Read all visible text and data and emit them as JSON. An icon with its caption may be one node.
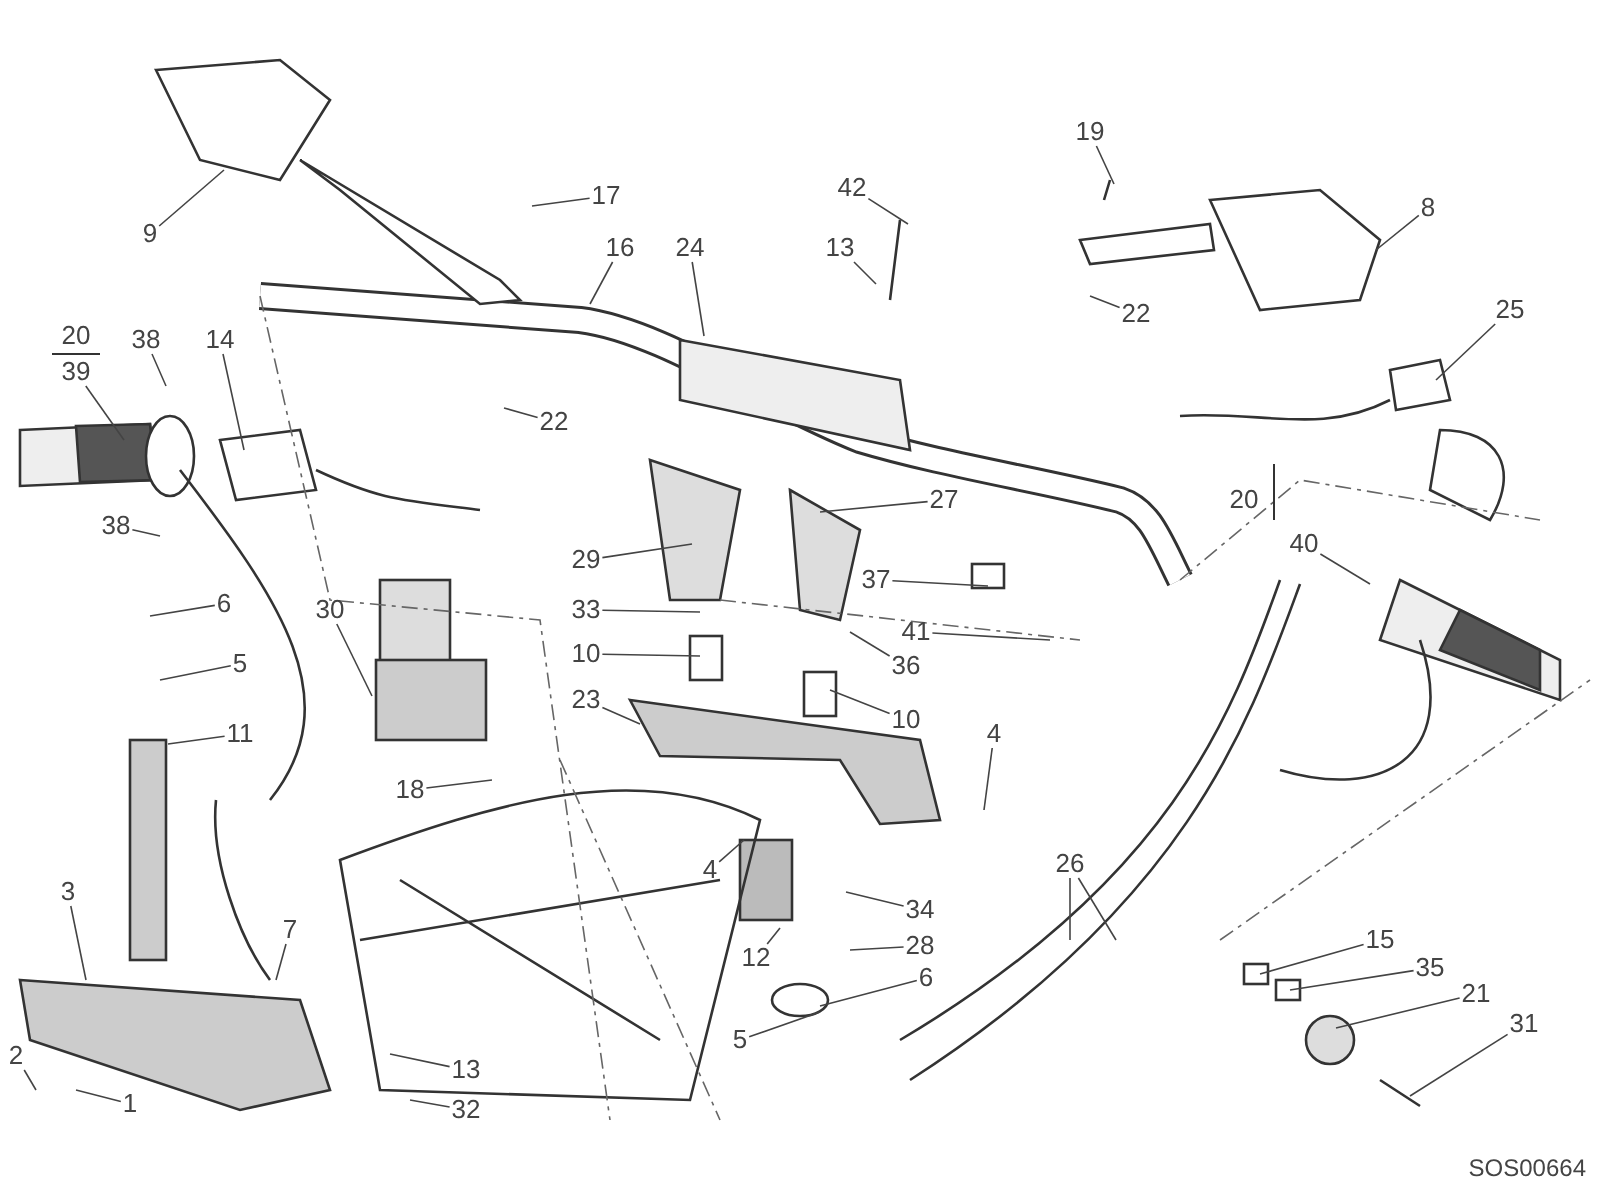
{
  "diagram": {
    "nodes": [
      {
        "text": [
          "19"
        ]
      },
      {
        "text": [
          "42"
        ]
      },
      {
        "text": [
          "17"
        ]
      },
      {
        "text": [
          "8"
        ]
      },
      {
        "text": [
          "9"
        ]
      },
      {
        "text": [
          "16"
        ]
      },
      {
        "text": [
          "24"
        ]
      },
      {
        "text": [
          "13"
        ]
      },
      {
        "text": [
          "25"
        ]
      },
      {
        "text": [
          "22"
        ]
      },
      {
        "text": [
          "20"
        ]
      },
      {
        "text": [
          "38"
        ]
      },
      {
        "text": [
          "14"
        ]
      },
      {
        "text": [
          "39"
        ]
      },
      {
        "text": [
          "22"
        ]
      },
      {
        "text": [
          "38"
        ]
      },
      {
        "text": [
          "20"
        ]
      },
      {
        "text": [
          "27"
        ]
      },
      {
        "text": [
          "40"
        ]
      },
      {
        "text": [
          "29"
        ]
      },
      {
        "text": [
          "37"
        ]
      },
      {
        "text": [
          "41"
        ]
      },
      {
        "text": [
          "6"
        ]
      },
      {
        "text": [
          "30"
        ]
      },
      {
        "text": [
          "33"
        ]
      },
      {
        "text": [
          "10"
        ]
      },
      {
        "text": [
          "5"
        ]
      },
      {
        "text": [
          "36"
        ]
      },
      {
        "text": [
          "23"
        ]
      },
      {
        "text": [
          "10"
        ]
      },
      {
        "text": [
          "11"
        ]
      },
      {
        "text": [
          "4"
        ]
      },
      {
        "text": [
          "18"
        ]
      },
      {
        "text": [
          "26"
        ]
      },
      {
        "text": [
          "4"
        ]
      },
      {
        "text": [
          "3"
        ]
      },
      {
        "text": [
          "34"
        ]
      },
      {
        "text": [
          "7"
        ]
      },
      {
        "text": [
          "28"
        ]
      },
      {
        "text": [
          "15"
        ]
      },
      {
        "text": [
          "35"
        ]
      },
      {
        "text": [
          "6"
        ]
      },
      {
        "text": [
          "12"
        ]
      },
      {
        "text": [
          "21"
        ]
      },
      {
        "text": [
          "31"
        ]
      },
      {
        "text": [
          "5"
        ]
      },
      {
        "text": [
          "2"
        ]
      },
      {
        "text": [
          "13"
        ]
      },
      {
        "text": [
          "1"
        ]
      },
      {
        "text": [
          "32"
        ]
      }
    ],
    "edges": [
      {
        "from": 0,
        "to": null,
        "arrow": "none"
      },
      {
        "from": 1,
        "to": null,
        "arrow": "none"
      },
      {
        "from": 2,
        "to": null,
        "arrow": "none"
      },
      {
        "from": 3,
        "to": null,
        "arrow": "none"
      },
      {
        "from": 4,
        "to": null,
        "arrow": "none"
      },
      {
        "from": 5,
        "to": null,
        "arrow": "none"
      },
      {
        "from": 6,
        "to": null,
        "arrow": "none"
      },
      {
        "from": 7,
        "to": null,
        "arrow": "none"
      },
      {
        "from": 8,
        "to": null,
        "arrow": "none"
      },
      {
        "from": 9,
        "to": null,
        "arrow": "none"
      },
      {
        "from": 11,
        "to": null,
        "arrow": "none"
      },
      {
        "from": 12,
        "to": null,
        "arrow": "none"
      },
      {
        "from": 13,
        "to": null,
        "arrow": "none"
      },
      {
        "from": 14,
        "to": null,
        "arrow": "none"
      },
      {
        "from": 15,
        "to": null,
        "arrow": "none"
      },
      {
        "from": 17,
        "to": null,
        "arrow": "none"
      },
      {
        "from": 18,
        "to": null,
        "arrow": "none"
      },
      {
        "from": 19,
        "to": null,
        "arrow": "none"
      },
      {
        "from": 20,
        "to": null,
        "arrow": "none"
      },
      {
        "from": 21,
        "to": null,
        "arrow": "none"
      },
      {
        "from": 22,
        "to": null,
        "arrow": "none"
      },
      {
        "from": 23,
        "to": null,
        "arrow": "none"
      },
      {
        "from": 24,
        "to": null,
        "arrow": "none"
      },
      {
        "from": 25,
        "to": null,
        "arrow": "none"
      },
      {
        "from": 26,
        "to": null,
        "arrow": "none"
      },
      {
        "from": 27,
        "to": null,
        "arrow": "none"
      },
      {
        "from": 28,
        "to": null,
        "arrow": "none"
      },
      {
        "from": 29,
        "to": null,
        "arrow": "none"
      },
      {
        "from": 30,
        "to": null,
        "arrow": "none"
      },
      {
        "from": 31,
        "to": null,
        "arrow": "none"
      },
      {
        "from": 32,
        "to": null,
        "arrow": "none"
      },
      {
        "from": 33,
        "to": null,
        "arrow": "none"
      },
      {
        "from": 33,
        "to": null,
        "arrow": "none"
      },
      {
        "from": 34,
        "to": null,
        "arrow": "none"
      },
      {
        "from": 35,
        "to": null,
        "arrow": "none"
      },
      {
        "from": 36,
        "to": null,
        "arrow": "none"
      },
      {
        "from": 37,
        "to": null,
        "arrow": "none"
      },
      {
        "from": 38,
        "to": null,
        "arrow": "none"
      },
      {
        "from": 39,
        "to": null,
        "arrow": "none"
      },
      {
        "from": 40,
        "to": null,
        "arrow": "none"
      },
      {
        "from": 41,
        "to": null,
        "arrow": "none"
      },
      {
        "from": 42,
        "to": null,
        "arrow": "none"
      },
      {
        "from": 43,
        "to": null,
        "arrow": "none"
      },
      {
        "from": 44,
        "to": null,
        "arrow": "none"
      },
      {
        "from": 45,
        "to": null,
        "arrow": "none"
      },
      {
        "from": 46,
        "to": null,
        "arrow": "none"
      },
      {
        "from": 47,
        "to": null,
        "arrow": "none"
      },
      {
        "from": 48,
        "to": null,
        "arrow": "none"
      },
      {
        "from": 49,
        "to": null,
        "arrow": "none"
      }
    ],
    "labels": [
      "SOS00664"
    ]
  }
}
